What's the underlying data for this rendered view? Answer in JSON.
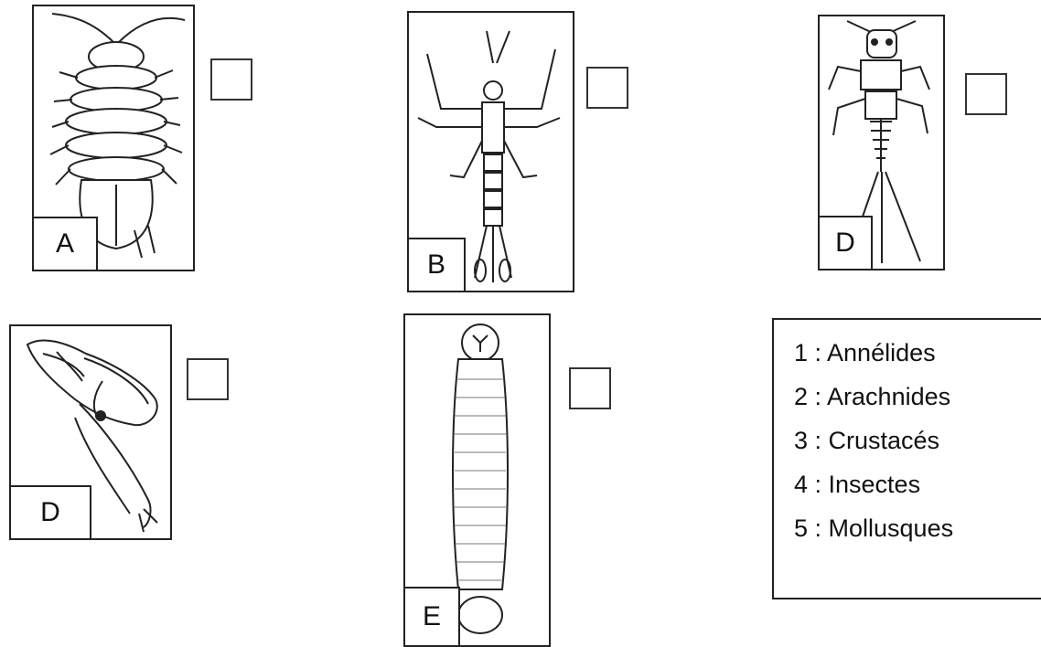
{
  "cards": {
    "a": {
      "label": "A"
    },
    "b": {
      "label": "B"
    },
    "c": {
      "label": "D"
    },
    "d": {
      "label": "D"
    },
    "e": {
      "label": "E"
    }
  },
  "legend": {
    "items": [
      "1 : Annélides",
      "2 : Arachnides",
      "3 : Crustacés",
      "4 : Insectes",
      "5 : Mollusques"
    ]
  }
}
